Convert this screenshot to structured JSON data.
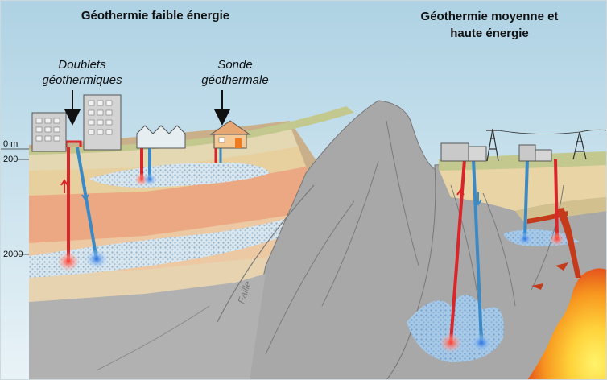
{
  "titles": {
    "low_energy": "Géothermie faible énergie",
    "high_energy_line1": "Géothermie moyenne et",
    "high_energy_line2": "haute énergie"
  },
  "annotations": {
    "doublets_line1": "Doublets",
    "doublets_line2": "géothermiques",
    "sonde_line1": "Sonde",
    "sonde_line2": "géothermale",
    "fault": "Faille"
  },
  "depth_labels": {
    "surface": "0 m",
    "d200": "200",
    "d2000": "2000"
  },
  "colors": {
    "sky": "#c9e2ee",
    "hot_pipe": "#d8262b",
    "cold_pipe": "#3b8ac6",
    "rock": "#a9a9a9",
    "magma": "#f28a1e"
  }
}
